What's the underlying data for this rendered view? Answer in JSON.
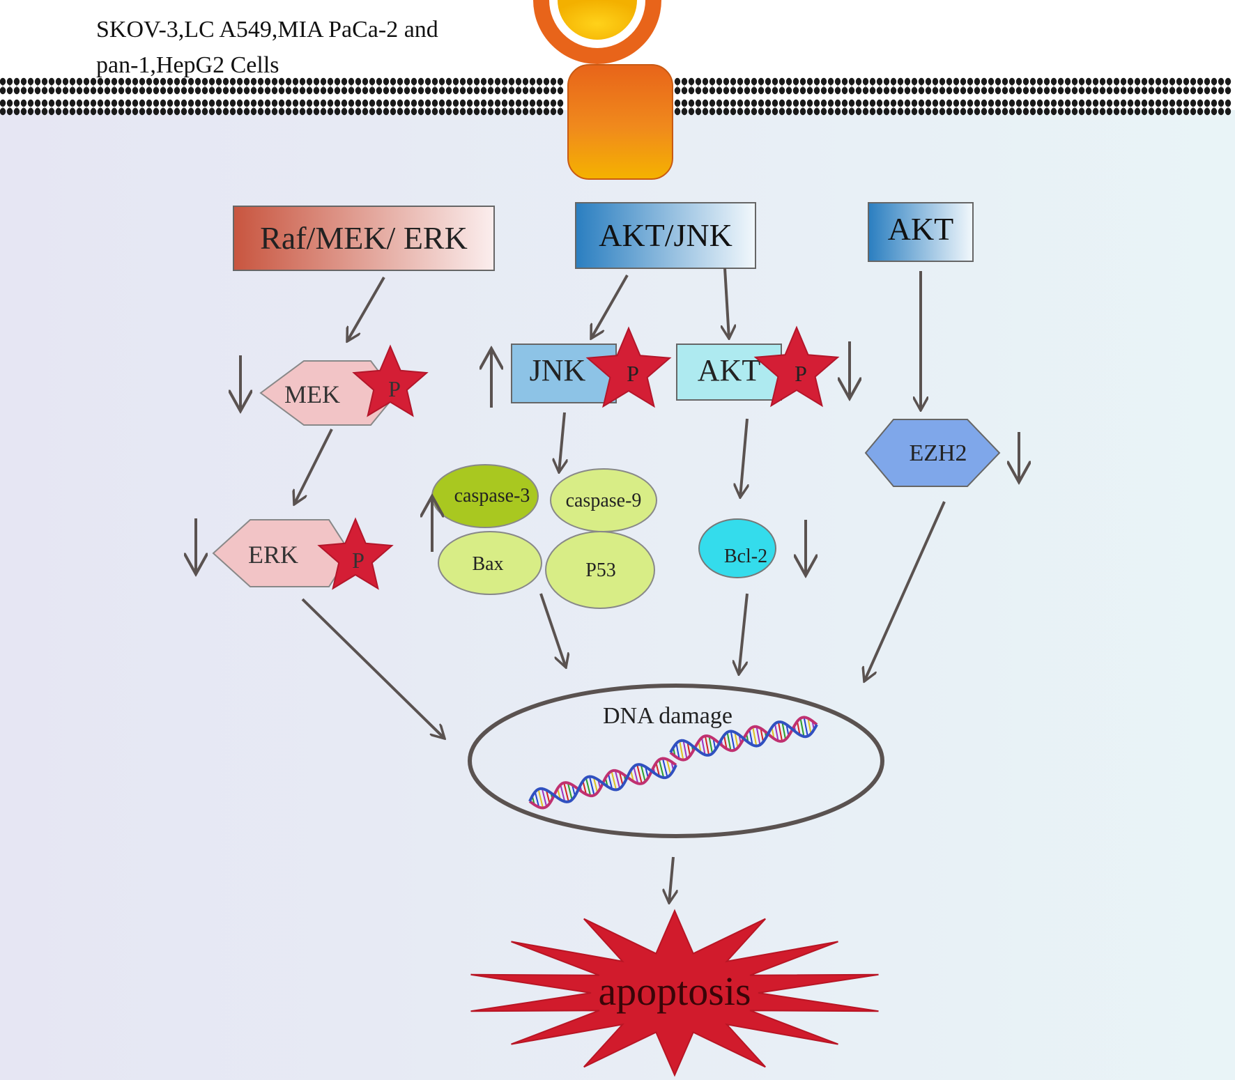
{
  "header": {
    "cell_lines_line1": "SKOV-3,LC A549,MIA PaCa-2 and",
    "cell_lines_line2": "pan-1,HepG2 Cells"
  },
  "pathways": {
    "raf_mek_erk": "Raf/MEK/ ERK",
    "akt_jnk": "AKT/JNK",
    "akt": "AKT"
  },
  "proteins": {
    "mek": "MEK",
    "erk": "ERK",
    "jnk": "JNK",
    "akt": "AKT",
    "ezh2": "EZH2",
    "caspase3": "caspase-3",
    "caspase9": "caspase-9",
    "bax": "Bax",
    "p53": "P53",
    "bcl2": "Bcl-2",
    "phospho": "P"
  },
  "outcomes": {
    "dna_damage": "DNA damage",
    "apoptosis": "apoptosis"
  },
  "colors": {
    "raf_box": "#c8553f",
    "akt_box": "#2a7ec0",
    "mek_erk_fill": "#f2c4c6",
    "jnk_fill": "#8dc3e6",
    "akt_fill": "#aeeaf0",
    "ezh2_fill": "#7fa7ea",
    "phospho_star": "#d41e35",
    "caspase3_fill": "#a9c820",
    "light_green": "#d8ed86",
    "bcl2_fill": "#34dcec",
    "receptor_orange": "#e8641a",
    "receptor_yellow": "#f5b200",
    "apoptosis_star": "#d11b2c",
    "arrow": "#5a5250"
  }
}
